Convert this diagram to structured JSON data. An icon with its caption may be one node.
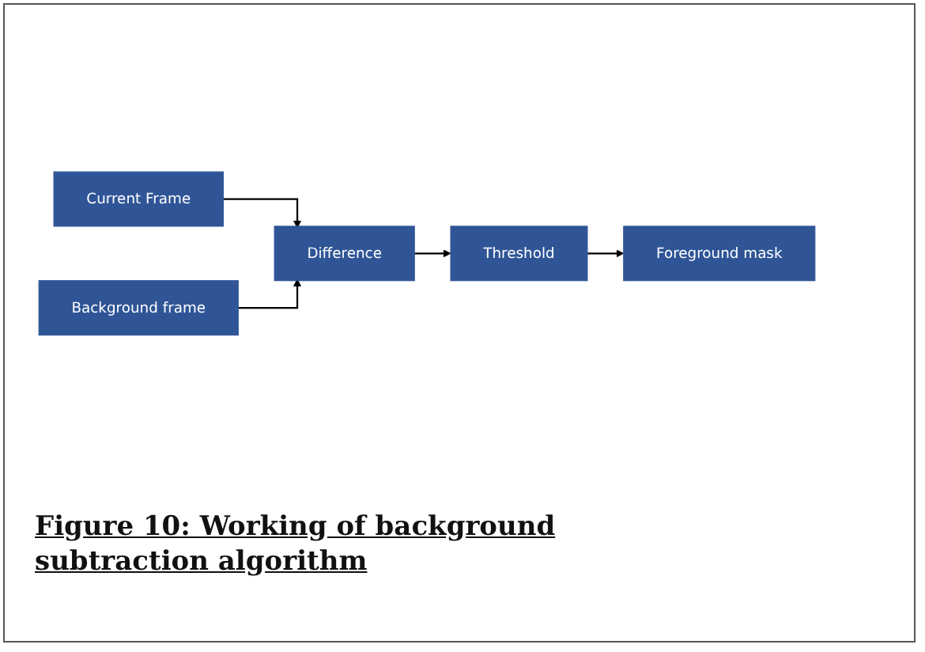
{
  "diagram": {
    "caption": "Figure 10: Working of background subtraction algorithm",
    "nodes": [
      {
        "text": [
          "Current Frame"
        ]
      },
      {
        "text": [
          "Background frame"
        ]
      },
      {
        "text": [
          "Difference"
        ]
      },
      {
        "text": [
          "Threshold"
        ]
      },
      {
        "text": [
          "Foreground mask"
        ]
      }
    ],
    "edges": [
      {
        "from": 0,
        "to": 2,
        "arrow": "to"
      },
      {
        "from": 1,
        "to": 2,
        "arrow": "to"
      },
      {
        "from": 2,
        "to": 3,
        "arrow": "to"
      },
      {
        "from": 3,
        "to": 4,
        "arrow": "to"
      }
    ]
  }
}
